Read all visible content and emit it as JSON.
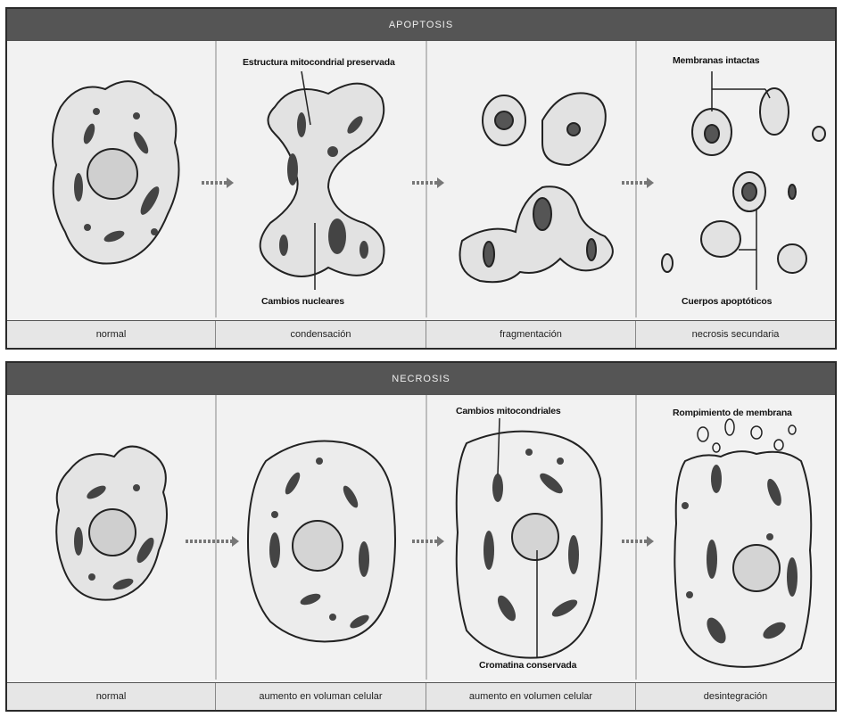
{
  "apoptosis": {
    "title": "APOPTOSIS",
    "stages": [
      "normal",
      "condensación",
      "fragmentación",
      "necrosis secundaria"
    ],
    "annotations": {
      "mito": "Estructura mitocondrial preservada",
      "nuclear": "Cambios nucleares",
      "membranes": "Membranas intactas",
      "bodies": "Cuerpos apoptóticos"
    }
  },
  "necrosis": {
    "title": "NECROSIS",
    "stages": [
      "normal",
      "aumento en voluman celular",
      "aumento en volumen celular",
      "desintegración"
    ],
    "annotations": {
      "mito": "Cambios mitocondriales",
      "chromatin": "Cromatina conservada",
      "rupture": "Rompimiento de membrana"
    }
  }
}
